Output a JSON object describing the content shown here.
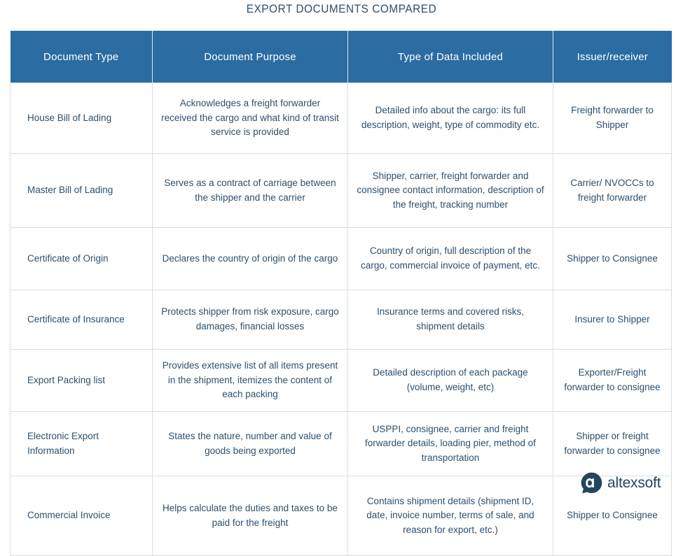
{
  "title": "EXPORT DOCUMENTS COMPARED",
  "colors": {
    "header_bg": "#2b6ca2",
    "header_text": "#ffffff",
    "body_text": "#2d4f6c",
    "cell_border": "#d8dde1",
    "page_bg": "#ffffff",
    "logo": "#24475f"
  },
  "table": {
    "columns": [
      "Document Type",
      "Document Purpose",
      "Type of Data Included",
      "Issuer/receiver"
    ],
    "rows": [
      {
        "document_type": "House Bill of Lading",
        "document_purpose": "Acknowledges a freight forwarder received the cargo and what kind of transit service is provided",
        "type_of_data": "Detailed info about the cargo: its full description, weight, type of commodity etc.",
        "issuer_receiver": "Freight forwarder to Shipper"
      },
      {
        "document_type": "Master Bill of Lading",
        "document_purpose": "Serves as a contract of carriage between the shipper and the carrier",
        "type_of_data": "Shipper, carrier, freight forwarder and consignee contact information, description of the freight, tracking number",
        "issuer_receiver": "Carrier/ NVOCCs to freight forwarder"
      },
      {
        "document_type": "Certificate of Origin",
        "document_purpose": "Declares the country of origin of the cargo",
        "type_of_data": "Country of origin, full description of the cargo, commercial invoice of payment, etc.",
        "issuer_receiver": "Shipper to Consignee"
      },
      {
        "document_type": "Certificate of Insurance",
        "document_purpose": "Protects shipper from risk exposure, cargo damages, financial losses",
        "type_of_data": "Insurance terms and covered risks, shipment details",
        "issuer_receiver": "Insurer to Shipper"
      },
      {
        "document_type": "Export Packing list",
        "document_purpose": "Provides extensive list of all items present in the shipment, itemizes the content of each packing",
        "type_of_data": "Detailed description of each package (volume, weight, etc)",
        "issuer_receiver": "Exporter/Freight forwarder to consignee"
      },
      {
        "document_type": "Electronic Export Information",
        "document_purpose": "States the nature, number and value of goods being exported",
        "type_of_data": "USPPI, consignee, carrier and freight forwarder details, loading pier, method of transportation",
        "issuer_receiver": "Shipper or freight forwarder to consignee"
      },
      {
        "document_type": "Commercial Invoice",
        "document_purpose": "Helps calculate the duties and taxes to be paid for the freight",
        "type_of_data": "Contains shipment details (shipment ID, date, invoice number, terms of sale, and reason for export, etc.)",
        "issuer_receiver": "Shipper to Consignee"
      }
    ]
  },
  "logo": {
    "icon": "altexsoft-bubble-icon",
    "wordmark": "altexsoft"
  }
}
